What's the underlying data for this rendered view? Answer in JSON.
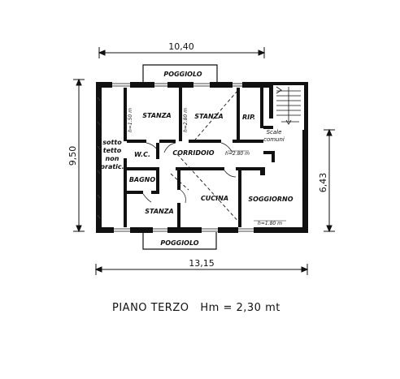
{
  "dimensions": {
    "top_width": "10,40",
    "bottom_width": "13,15",
    "left_height": "9,50",
    "right_height": "6,43"
  },
  "balconies": {
    "top": "POGGIOLO",
    "bottom": "POGGIOLO"
  },
  "rooms": {
    "stanza_top_left": "STANZA",
    "stanza_top_mid": "STANZA",
    "rip": "RIP.",
    "scale": [
      "Scale",
      "comuni"
    ],
    "sottotetto": [
      "sotto",
      "tetto",
      "non",
      "pratic."
    ],
    "wc": "W.C.",
    "corridoio": "CORRIDOIO",
    "bagno": "BAGNO",
    "stanza_bottom": "STANZA",
    "cucina": "CUCINA",
    "soggiorno": "SOGGIORNO"
  },
  "heights": {
    "h1": "h=1.50 m",
    "h2": "h=2.80 m",
    "h3": "h=2.80 m",
    "h4": "h=1.80 m"
  },
  "caption": {
    "floor": "PIANO TERZO",
    "hm": "Hm = 2,30 mt"
  }
}
